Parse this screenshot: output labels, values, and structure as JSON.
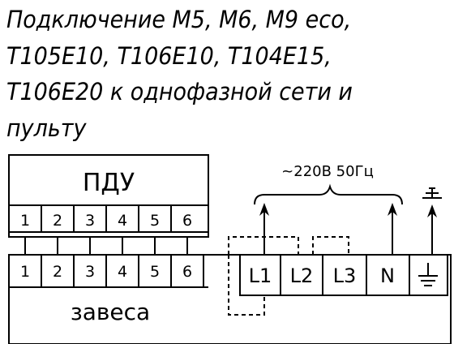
{
  "title_lines": [
    "Подключение M5, M6, M9 eco,",
    "T105E10, T106E10, T104E15,",
    "T106E20 к однофазной сети и",
    "пульту"
  ],
  "remote": {
    "label": "ПДУ",
    "terminals": [
      "1",
      "2",
      "3",
      "4",
      "5",
      "6"
    ]
  },
  "curtain": {
    "label": "завеса",
    "terminals": [
      "1",
      "2",
      "3",
      "4",
      "5",
      "6"
    ]
  },
  "power": {
    "supply_label": "~220В 50Гц",
    "terminals": [
      "L1",
      "L2",
      "L3",
      "N"
    ]
  }
}
